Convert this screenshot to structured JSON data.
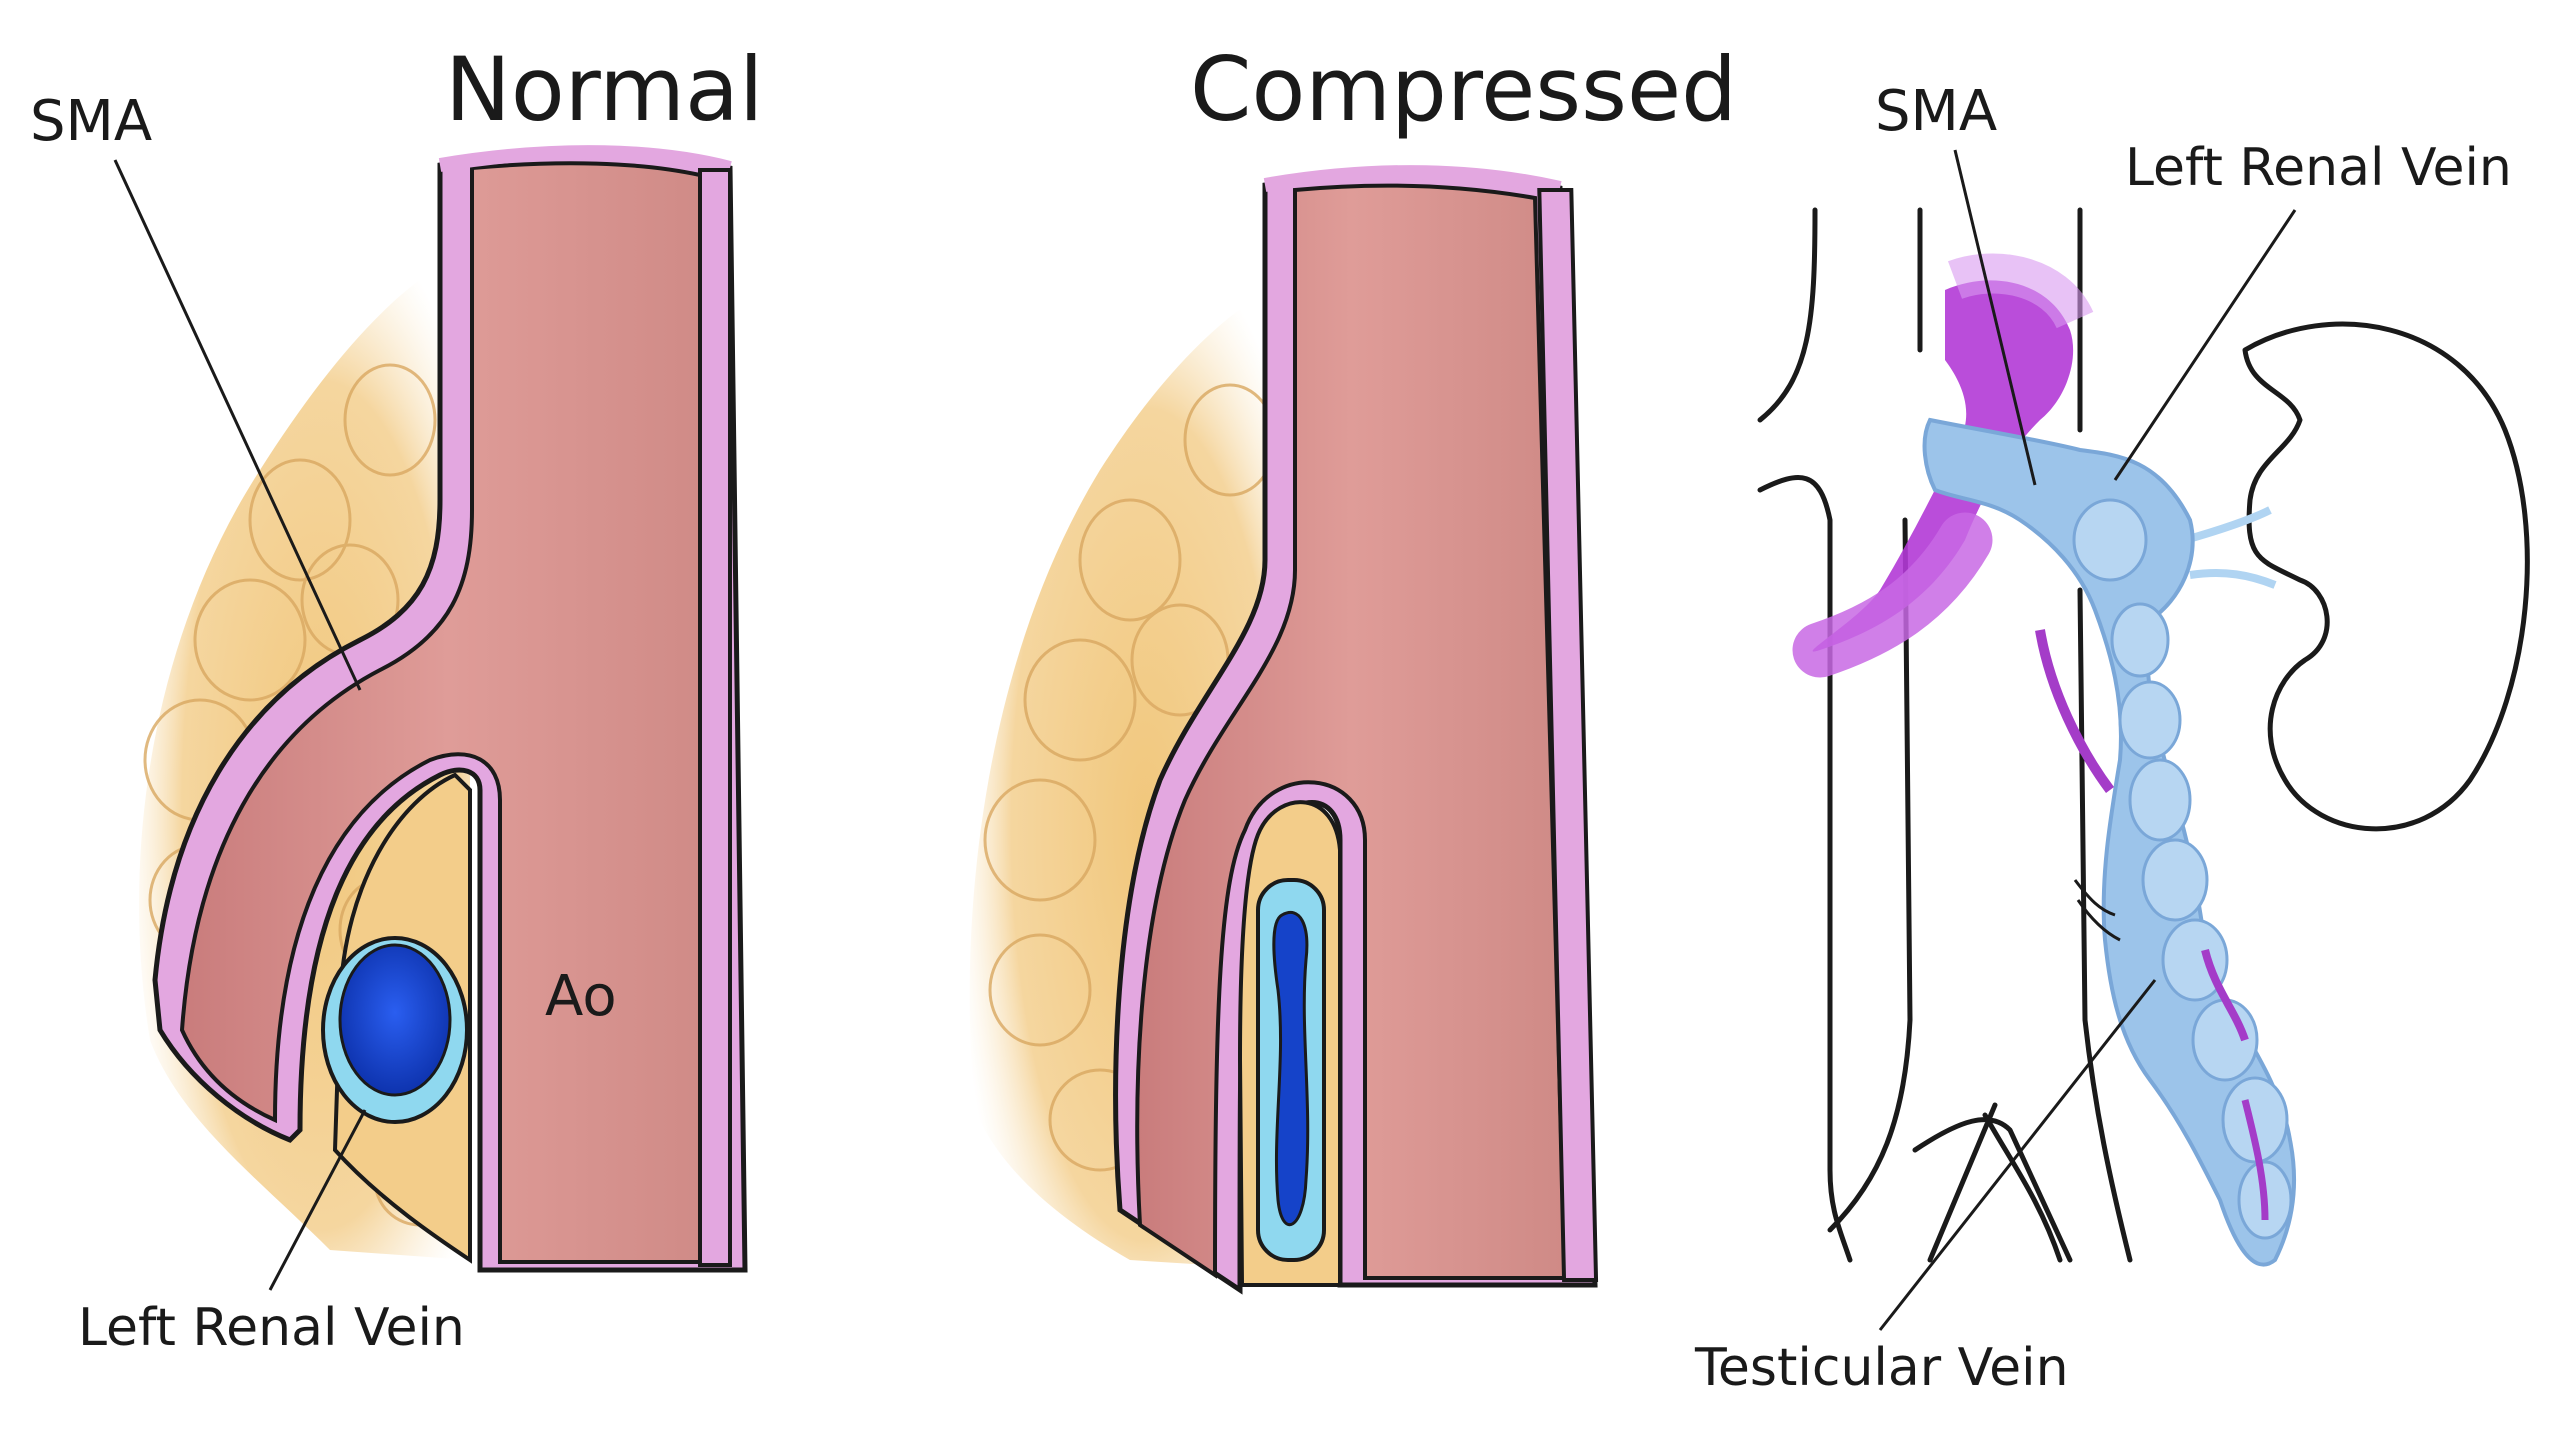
{
  "panels": {
    "normal": {
      "title": "Normal",
      "label_sma": "SMA",
      "label_ao": "Ao",
      "label_lrv": "Left Renal Vein"
    },
    "compressed": {
      "title": "Compressed"
    },
    "anatomy": {
      "label_sma": "SMA",
      "label_lrv": "Left Renal Vein",
      "label_testicular": "Testicular Vein"
    }
  },
  "colors": {
    "fat": "#f3cd8a",
    "aorta_wall": "#e3a7e0",
    "aorta_lumen": "#d88c8a",
    "vein_outer": "#8fd8ef",
    "vein_lumen": "#1543c9",
    "sma_purple": "#b33ad6",
    "vein_blue": "#9cc4ea"
  }
}
